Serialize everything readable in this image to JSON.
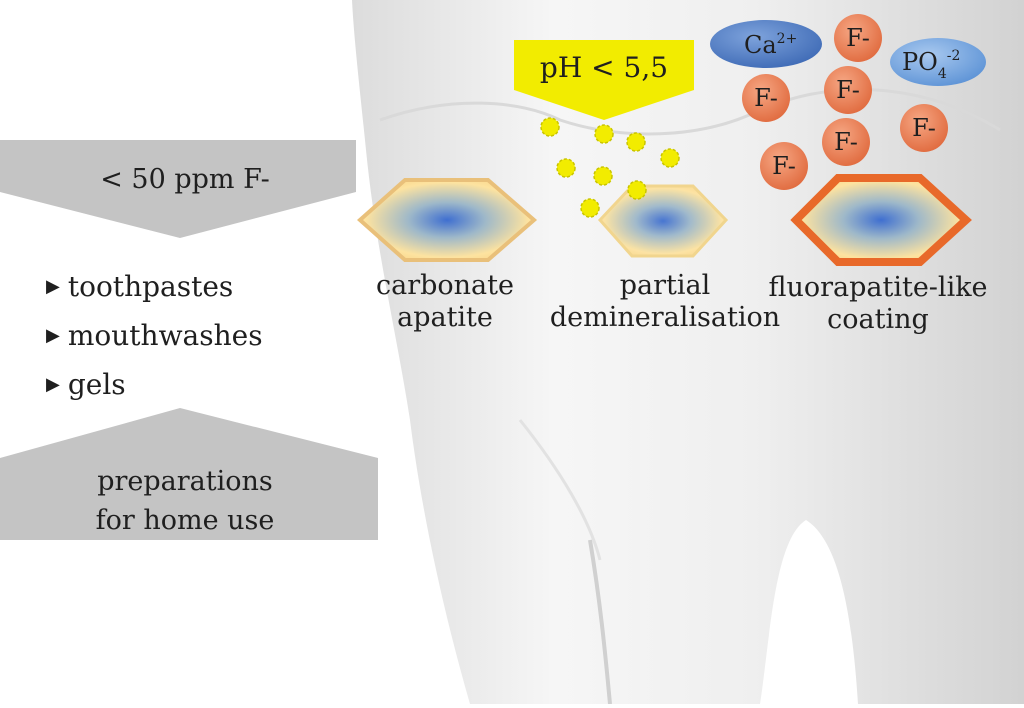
{
  "left_panel": {
    "concentration": "< 50 ppm F-",
    "products": [
      "toothpastes",
      "mouthwashes",
      "gels"
    ],
    "usage_line1": "preparations",
    "usage_line2": "for home use"
  },
  "acid": {
    "label": "pH < 5,5",
    "color": "#f2ec00"
  },
  "ions": {
    "calcium": "Ca",
    "calcium_charge": "2+",
    "phosphate": "PO",
    "phosphate_sub": "4",
    "phosphate_charge": "-2",
    "fluoride": "F-"
  },
  "stages": [
    {
      "line1": "carbonate",
      "line2": "apatite"
    },
    {
      "line1": "partial",
      "line2": "demineralisation"
    },
    {
      "line1": "fluorapatite-like",
      "line2": "coating"
    }
  ],
  "colors": {
    "banner": "#c4c4c4",
    "fluoride_ion": "#ee7d50",
    "calcium_phosphate_ion": "#4a78be",
    "crystal_outline": "#e9c07a",
    "coating_outline": "#e8692a"
  }
}
